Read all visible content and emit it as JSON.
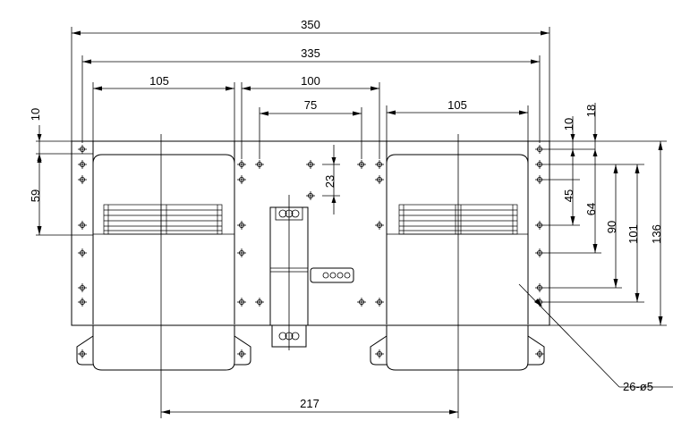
{
  "dimensions": {
    "overall_width": "350",
    "hole_spacing_width": "335",
    "left_outlet_width": "105",
    "center_spacing": "100",
    "inner_hole_spacing": "75",
    "right_outlet_width": "105",
    "axis_spacing": "217",
    "top_offset": "10",
    "right_offset_10": "10",
    "right_offset_18": "18",
    "outlet_height": "59",
    "center_offset": "23",
    "hole_height_45": "45",
    "hole_height_64": "64",
    "hole_height_90": "90",
    "hole_height_101": "101",
    "overall_height": "136",
    "hole_callout": "26-ø5"
  }
}
